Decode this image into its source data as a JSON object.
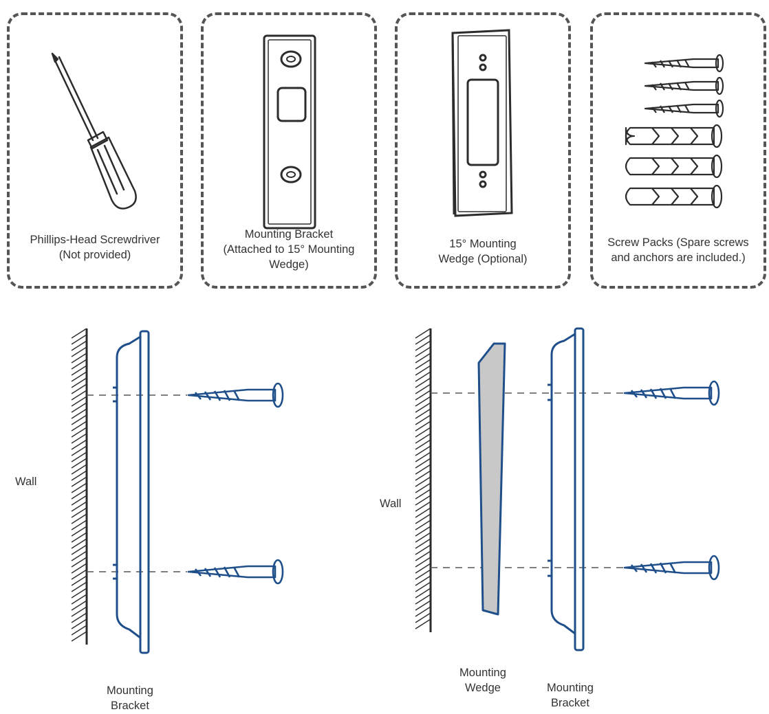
{
  "parts": [
    {
      "id": "screwdriver",
      "line1": "Phillips-Head Screwdriver",
      "line2": "(Not provided)"
    },
    {
      "id": "bracket",
      "line1": "Mounting Bracket",
      "line2": "(Attached to 15° Mounting",
      "line3": "Wedge)"
    },
    {
      "id": "wedge",
      "line1": "15° Mounting",
      "line2": "Wedge (Optional)"
    },
    {
      "id": "screws",
      "line1": "Screw Packs (Spare screws",
      "line2": "and anchors are included.)"
    }
  ],
  "diagram_left": {
    "wall": "Wall",
    "bracket_line1": "Mounting",
    "bracket_line2": "Bracket"
  },
  "diagram_right": {
    "wall": "Wall",
    "wedge_line1": "Mounting",
    "wedge_line2": "Wedge",
    "bracket_line1": "Mounting",
    "bracket_line2": "Bracket"
  },
  "colors": {
    "outline": "#2c2c2c",
    "blue": "#1f4f8a",
    "wedge_fill": "#c8c8c8",
    "dash": "#555555"
  }
}
